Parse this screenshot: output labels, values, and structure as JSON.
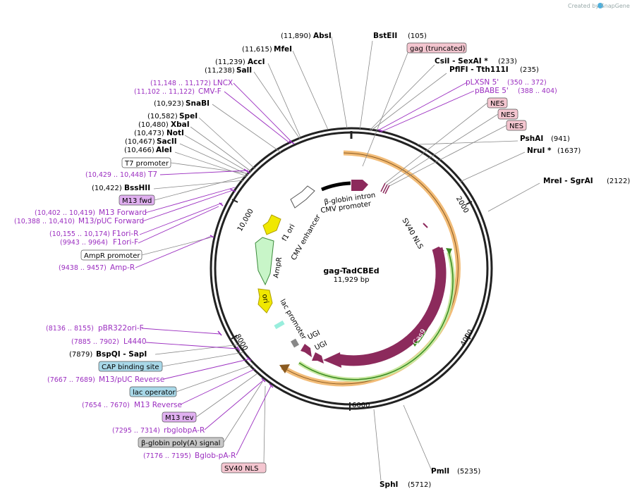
{
  "watermark": "Created by SnapGene",
  "plasmid": {
    "name": "gag-TadCBEd",
    "size": "11,929 bp"
  },
  "ticks": [
    "2000",
    "4000",
    "6000",
    "8000",
    "10,000"
  ],
  "enzymes": [
    {
      "pos": "(11,890)",
      "name": "AbsI"
    },
    {
      "pos": "(11,615)",
      "name": "MfeI"
    },
    {
      "pos": "(11,239)",
      "name": "AccI"
    },
    {
      "pos": "(11,238)",
      "name": "SalI"
    },
    {
      "pos": "(10,923)",
      "name": "SnaBI"
    },
    {
      "pos": "(10,582)",
      "name": "SpeI"
    },
    {
      "pos": "(10,480)",
      "name": "XbaI"
    },
    {
      "pos": "(10,473)",
      "name": "NotI"
    },
    {
      "pos": "(10,467)",
      "name": "SacII"
    },
    {
      "pos": "(10,466)",
      "name": "AleI"
    },
    {
      "pos": "(10,422)",
      "name": "BssHII"
    },
    {
      "pos": "(7879)",
      "name": "BspQI   - SapI"
    },
    {
      "name": "BstEII",
      "pos": "(105)"
    },
    {
      "name": "CsiI   - SexAI *",
      "pos": "(233)"
    },
    {
      "name": "PflFI   - Tth111I",
      "pos": "(235)"
    },
    {
      "name": "PshAI",
      "pos": "(941)"
    },
    {
      "name": "NruI *",
      "pos": "(1637)"
    },
    {
      "name": "MreI   - SgrAI",
      "pos": "(2122)"
    },
    {
      "name": "PmlI",
      "pos": "(5235)"
    },
    {
      "name": "SphI",
      "pos": "(5712)"
    }
  ],
  "primers": [
    {
      "pos": "(11,148 .. 11,172)",
      "name": "LNCX"
    },
    {
      "pos": "(11,102 .. 11,122)",
      "name": "CMV-F"
    },
    {
      "pos": "(10,429 .. 10,448)",
      "name": "T7"
    },
    {
      "pos": "(10,402 .. 10,419)",
      "name": "M13 Forward"
    },
    {
      "pos": "(10,388 .. 10,410)",
      "name": "M13/pUC Forward"
    },
    {
      "pos": "(10,155 .. 10,174)",
      "name": "F1ori-R"
    },
    {
      "pos": "(9943 .. 9964)",
      "name": "F1ori-F"
    },
    {
      "pos": "(9438 .. 9457)",
      "name": "Amp-R"
    },
    {
      "pos": "(8136 .. 8155)",
      "name": "pBR322ori-F"
    },
    {
      "pos": "(7885 .. 7902)",
      "name": "L4440"
    },
    {
      "pos": "(7667 .. 7689)",
      "name": "M13/pUC Reverse"
    },
    {
      "pos": "(7654 .. 7670)",
      "name": "M13 Reverse"
    },
    {
      "pos": "(7295 .. 7314)",
      "name": "rbglobpA-R"
    },
    {
      "pos": "(7176 .. 7195)",
      "name": "Bglob-pA-R"
    },
    {
      "name": "pLXSN 5'",
      "pos": "(350 .. 372)"
    },
    {
      "name": "pBABE 5'",
      "pos": "(388 .. 404)"
    }
  ],
  "boxed": {
    "gag": "gag (truncated)",
    "nes1": "NES",
    "nes2": "NES",
    "nes3": "NES",
    "t7promoter": "T7 promoter",
    "m13fwd": "M13 fwd",
    "amprpromoter": "AmpR promoter",
    "cap": "CAP binding site",
    "lacop": "lac operator",
    "m13rev": "M13 rev",
    "betaglobinpa": "β-globin poly(A) signal",
    "sv40nls": "SV40 NLS"
  },
  "features": {
    "betaglobin_intron": "β-globin intron",
    "cmv_promoter": "CMV promoter",
    "cmv_enhancer": "CMV enhancer",
    "f1ori": "f1 ori",
    "ampr": "AmpR",
    "ori": "ori",
    "lac_promoter": "lac promoter",
    "ugi1": "UGI",
    "ugi2": "UGI",
    "sv40nls": "SV40 NLS",
    "cas9": "Cas9"
  },
  "colors": {
    "backbone": "#222222",
    "enzyme_line": "#888888",
    "primer": "#9b2ec0",
    "cas9": "#8c2a5c",
    "ugi": "#8c2a5c",
    "ampr": "#c8f5c8",
    "ori": "#f0e800",
    "orf_outline": "#f0b060",
    "green_orf": "#5ab030",
    "nes_box": "#f4c6d0",
    "primer_box": "#e0b0f0",
    "cap_box": "#a8d8e8",
    "grey_box": "#c8c8c8"
  }
}
